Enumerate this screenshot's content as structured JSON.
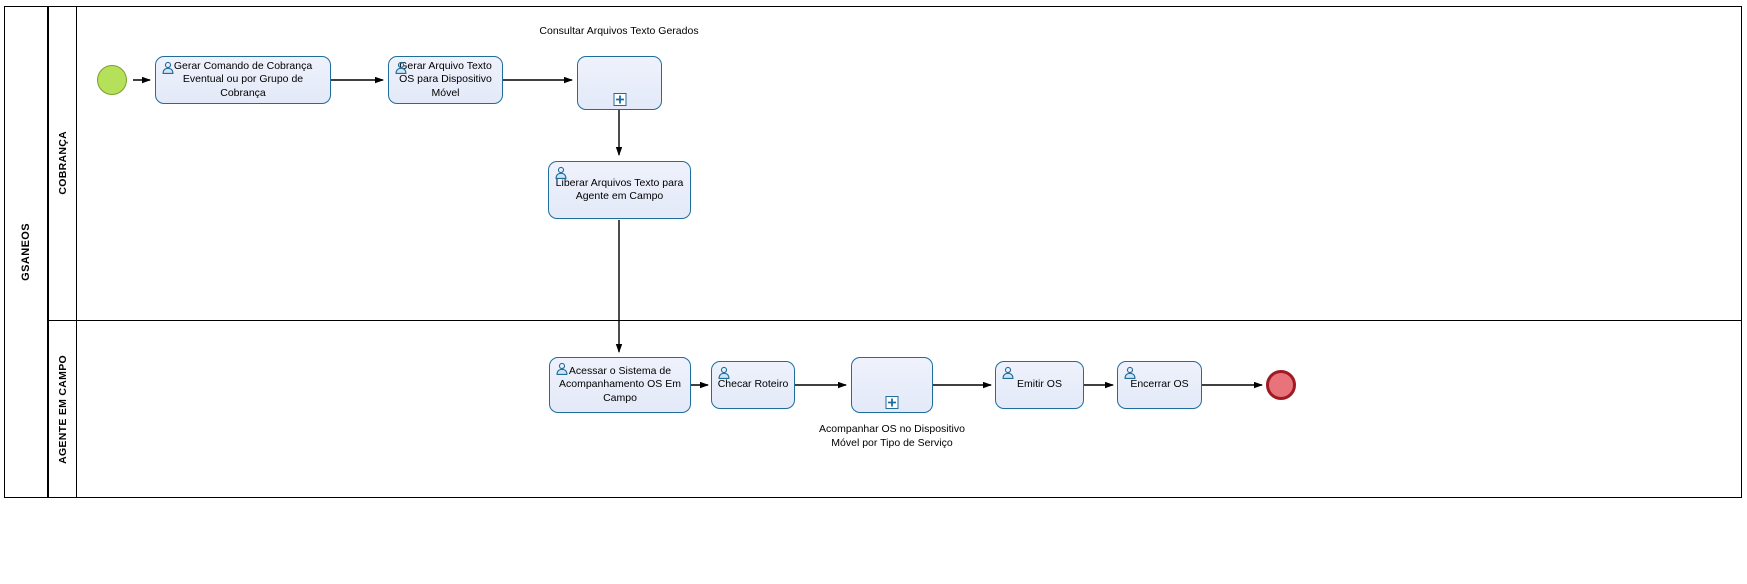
{
  "diagram": {
    "type": "bpmn-process",
    "pool": {
      "name": "GSANEOS"
    },
    "lanes": [
      {
        "id": "lane-cobranca",
        "name": "COBRANÇA"
      },
      {
        "id": "lane-agente",
        "name": "AGENTE EM CAMPO"
      }
    ],
    "events": [
      {
        "id": "start-event",
        "type": "start",
        "name": "",
        "color": "#b4e05a"
      },
      {
        "id": "end-event",
        "type": "end",
        "name": "",
        "color": "#e8737a"
      }
    ],
    "tasks": [
      {
        "id": "task-gerar-comando",
        "lane": "lane-cobranca",
        "label": "Gerar Comando de Cobrança\nEventual ou por Grupo de Cobrança",
        "icon": "user-task-icon",
        "type": "user-task"
      },
      {
        "id": "task-gerar-arquivo",
        "lane": "lane-cobranca",
        "label": "Gerar Arquivo Texto\nOS para Dispositivo\nMóvel",
        "icon": "user-task-icon",
        "type": "user-task"
      },
      {
        "id": "subprocess-consultar",
        "lane": "lane-cobranca",
        "label": "",
        "external_label": "Consultar Arquivos Texto Gerados",
        "icon": "plus-marker-icon",
        "type": "collapsed-subprocess"
      },
      {
        "id": "task-liberar-arquivos",
        "lane": "lane-cobranca",
        "label": "Liberar Arquivos Texto para\nAgente em Campo",
        "icon": "user-task-icon",
        "type": "user-task"
      },
      {
        "id": "task-acessar-sistema",
        "lane": "lane-agente",
        "label": "Acessar o Sistema de\nAcompanhamento OS Em\nCampo",
        "icon": "user-task-icon",
        "type": "user-task"
      },
      {
        "id": "task-checar-roteiro",
        "lane": "lane-agente",
        "label": "Checar Roteiro",
        "icon": "user-task-icon",
        "type": "user-task"
      },
      {
        "id": "subprocess-acompanhar",
        "lane": "lane-agente",
        "label": "",
        "external_label": "Acompanhar OS no Dispositivo\nMóvel por Tipo de Serviço",
        "icon": "plus-marker-icon",
        "type": "collapsed-subprocess"
      },
      {
        "id": "task-emitir-os",
        "lane": "lane-agente",
        "label": "Emitir OS",
        "icon": "user-task-icon",
        "type": "user-task"
      },
      {
        "id": "task-encerrar-os",
        "lane": "lane-agente",
        "label": "Encerrar OS",
        "icon": "user-task-icon",
        "type": "user-task"
      }
    ],
    "sequence_flows": [
      {
        "from": "start-event",
        "to": "task-gerar-comando"
      },
      {
        "from": "task-gerar-comando",
        "to": "task-gerar-arquivo"
      },
      {
        "from": "task-gerar-arquivo",
        "to": "subprocess-consultar"
      },
      {
        "from": "subprocess-consultar",
        "to": "task-liberar-arquivos"
      },
      {
        "from": "task-liberar-arquivos",
        "to": "task-acessar-sistema"
      },
      {
        "from": "task-acessar-sistema",
        "to": "task-checar-roteiro"
      },
      {
        "from": "task-checar-roteiro",
        "to": "subprocess-acompanhar"
      },
      {
        "from": "subprocess-acompanhar",
        "to": "task-emitir-os"
      },
      {
        "from": "task-emitir-os",
        "to": "task-encerrar-os"
      },
      {
        "from": "task-encerrar-os",
        "to": "end-event"
      }
    ],
    "colors": {
      "task_border": "#1f6d9c",
      "task_fill": "#e8edfa",
      "start_event": "#b4e05a",
      "end_event": "#e8737a",
      "connector": "#000000"
    }
  }
}
